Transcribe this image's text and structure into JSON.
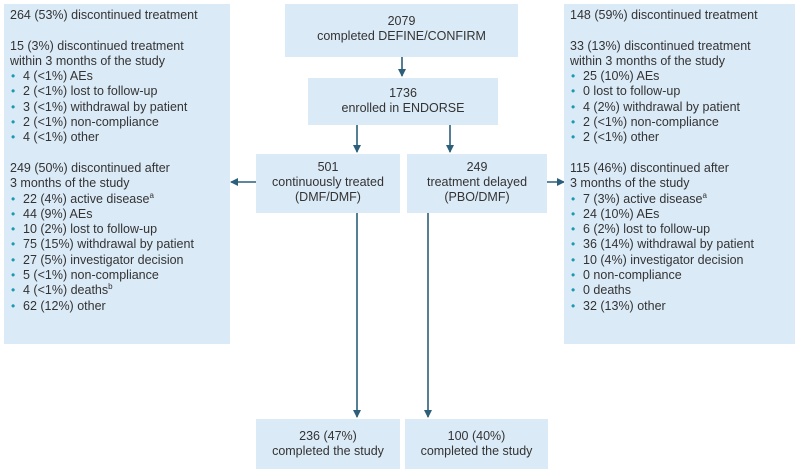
{
  "accent_color": "#dbeaf7",
  "arrow_color": "#2b5f7a",
  "bullet_color": "#1a9ab0",
  "top_box": {
    "line1": "2079",
    "line2": "completed DEFINE/CONFIRM"
  },
  "enrolled_box": {
    "line1": "1736",
    "line2": "enrolled in ENDORSE"
  },
  "dmf_box": {
    "line1": "501",
    "line2": "continuously treated",
    "line3": "(DMF/DMF)"
  },
  "pbo_box": {
    "line1": "249",
    "line2": "treatment delayed",
    "line3": "(PBO/DMF)"
  },
  "completed_dmf": {
    "line1": "236 (47%)",
    "line2": "completed the study"
  },
  "completed_pbo": {
    "line1": "100 (40%)",
    "line2": "completed the study"
  },
  "left_panel": {
    "heading": "264 (53%) discontinued treatment",
    "early_heading_1": "15 (3%) discontinued treatment",
    "early_heading_2": "within 3 months of the study",
    "early_items": [
      "4 (<1%) AEs",
      "2 (<1%) lost to follow-up",
      "3 (<1%) withdrawal by patient",
      "2 (<1%) non-compliance",
      "4 (<1%) other"
    ],
    "late_heading_1": "249 (50%) discontinued after",
    "late_heading_2": "3 months of the study",
    "late_items": [
      {
        "text": "22 (4%) active disease",
        "sup": "a"
      },
      {
        "text": "44 (9%) AEs",
        "sup": ""
      },
      {
        "text": "10 (2%) lost to follow-up",
        "sup": ""
      },
      {
        "text": "75 (15%) withdrawal by patient",
        "sup": ""
      },
      {
        "text": "27 (5%) investigator decision",
        "sup": ""
      },
      {
        "text": "5 (<1%) non-compliance",
        "sup": ""
      },
      {
        "text": "4 (<1%) deaths",
        "sup": "b"
      },
      {
        "text": "62 (12%) other",
        "sup": ""
      }
    ]
  },
  "right_panel": {
    "heading": "148 (59%) discontinued treatment",
    "early_heading_1": "33 (13%) discontinued treatment",
    "early_heading_2": "within 3 months of the study",
    "early_items": [
      "25 (10%) AEs",
      "0 lost to follow-up",
      "4 (2%) withdrawal by patient",
      "2 (<1%) non-compliance",
      "2 (<1%) other"
    ],
    "late_heading_1": "115 (46%) discontinued after",
    "late_heading_2": "3 months of the study",
    "late_items": [
      {
        "text": "7 (3%) active disease",
        "sup": "a"
      },
      {
        "text": "24 (10%) AEs",
        "sup": ""
      },
      {
        "text": "6 (2%) lost to follow-up",
        "sup": ""
      },
      {
        "text": "36 (14%) withdrawal by patient",
        "sup": ""
      },
      {
        "text": "10 (4%) investigator decision",
        "sup": ""
      },
      {
        "text": "0 non-compliance",
        "sup": ""
      },
      {
        "text": "0 deaths",
        "sup": ""
      },
      {
        "text": "32 (13%) other",
        "sup": ""
      }
    ]
  }
}
